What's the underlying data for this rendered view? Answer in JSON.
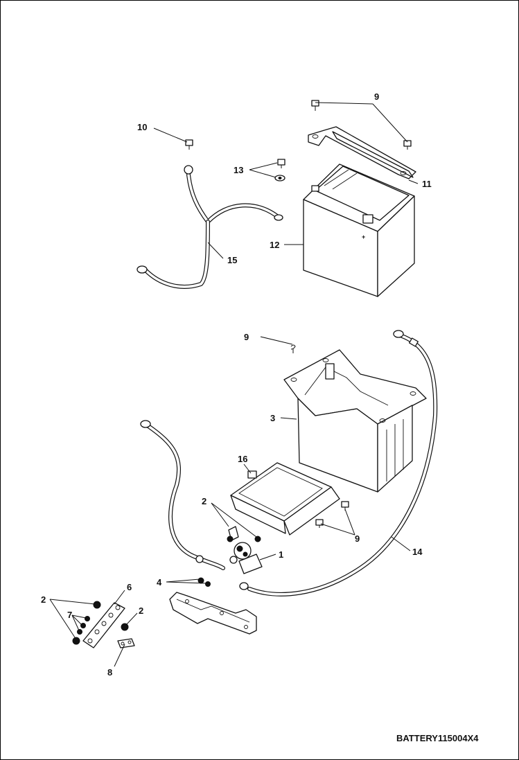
{
  "diagram": {
    "drawing_code": "BATTERY115004X4",
    "callouts": {
      "c1": "1",
      "c2a": "2",
      "c2b": "2",
      "c2c": "2",
      "c3": "3",
      "c4": "4",
      "c6": "6",
      "c7": "7",
      "c8": "8",
      "c9a": "9",
      "c9b": "9",
      "c9c": "9",
      "c10": "10",
      "c11": "11",
      "c12": "12",
      "c13": "13",
      "c14": "14",
      "c15": "15",
      "c16": "16"
    }
  }
}
